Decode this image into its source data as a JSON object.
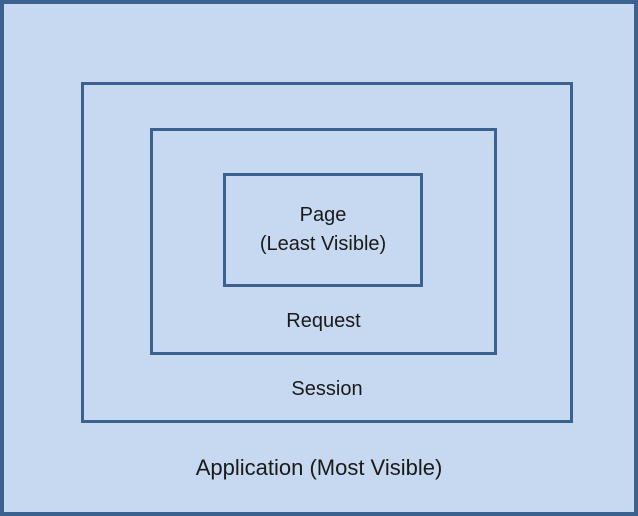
{
  "diagram": {
    "description": "Nested scope visibility diagram",
    "colors": {
      "fill": "#c6d9f0",
      "border": "#3b618e",
      "text": "#1a1a1a"
    },
    "layers": {
      "application": {
        "label": "Application (Most Visible)"
      },
      "session": {
        "label": "Session"
      },
      "request": {
        "label": "Request"
      },
      "page": {
        "label_line1": "Page",
        "label_line2": "(Least Visible)"
      }
    }
  }
}
